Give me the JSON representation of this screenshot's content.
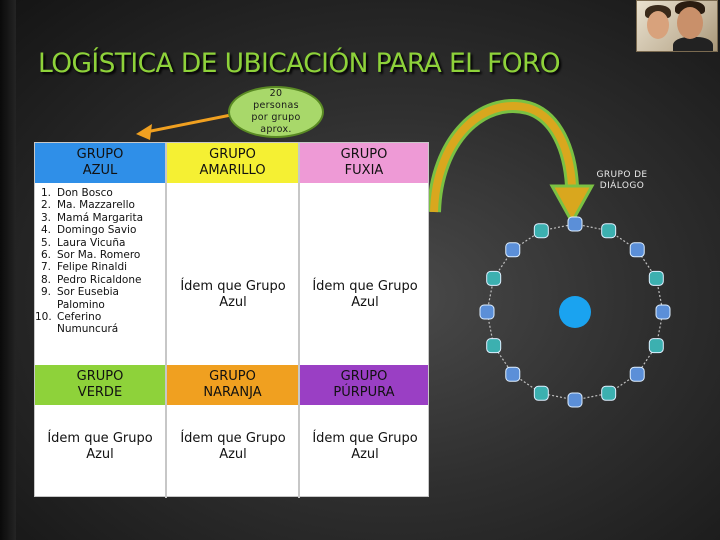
{
  "title": "LOGÍSTICA DE UBICACIÓN PARA EL FORO",
  "bubble": {
    "lines": [
      "20",
      "personas",
      "por grupo",
      "aprox."
    ]
  },
  "groups": {
    "azul": "GRUPO\nAZUL",
    "amarillo": "GRUPO\nAMARILLO",
    "fuxia": "GRUPO\nFUXIA",
    "verde": "GRUPO\nVERDE",
    "naranja": "GRUPO\nNARANJA",
    "purpura": "GRUPO\nPÚRPURA"
  },
  "azul_members": [
    {
      "n": "1.",
      "name": "Don Bosco"
    },
    {
      "n": "2.",
      "name": "Ma. Mazzarello"
    },
    {
      "n": "3.",
      "name": "Mamá Margarita"
    },
    {
      "n": "4.",
      "name": "Domingo Savio"
    },
    {
      "n": "5.",
      "name": "Laura Vicuña"
    },
    {
      "n": "6.",
      "name": "Sor Ma. Romero"
    },
    {
      "n": "7.",
      "name": "Felipe Rinaldi"
    },
    {
      "n": "8.",
      "name": "Pedro Ricaldone"
    },
    {
      "n": "9.",
      "name": "Sor Eusebia Palomino"
    },
    {
      "n": "10.",
      "name": "Ceferino Numuncurá"
    }
  ],
  "idem": "Ídem que Grupo Azul",
  "dialog_label": "GRUPO DE DIÁLOGO",
  "colors": {
    "title": "#8ed23a",
    "azul": "#2f8fe8",
    "amarillo": "#f5f033",
    "fuxia": "#ee9ad6",
    "verde": "#8ed23a",
    "naranja": "#f0a020",
    "purpura": "#9a3fc4",
    "arrow_orange": "#f0a020",
    "circle_center": "#1aa3f0",
    "dot_teal": "#3cb0b0",
    "dot_blue": "#5b8fd8"
  }
}
